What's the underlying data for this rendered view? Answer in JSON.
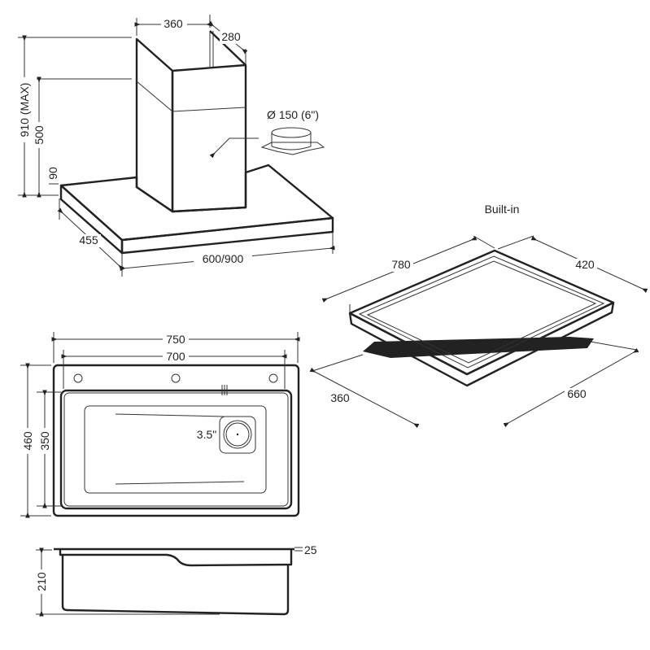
{
  "hood": {
    "dims": {
      "chimney_width": "360",
      "chimney_depth": "280",
      "max_height": "910 (MAX)",
      "chimney_height": "500",
      "canopy_height": "90",
      "depth": "455",
      "width": "600/900"
    },
    "duct_label": "Ø 150 (6\")"
  },
  "hob": {
    "title": "Built-in",
    "dims": {
      "length": "780",
      "depth": "420",
      "cutout_depth": "360",
      "cutout_length": "660"
    }
  },
  "sink": {
    "dims": {
      "outer_width": "750",
      "inner_width": "700",
      "outer_depth": "460",
      "inner_depth": "350",
      "drain": "3.5\"",
      "height": "210",
      "rim": "25"
    }
  }
}
